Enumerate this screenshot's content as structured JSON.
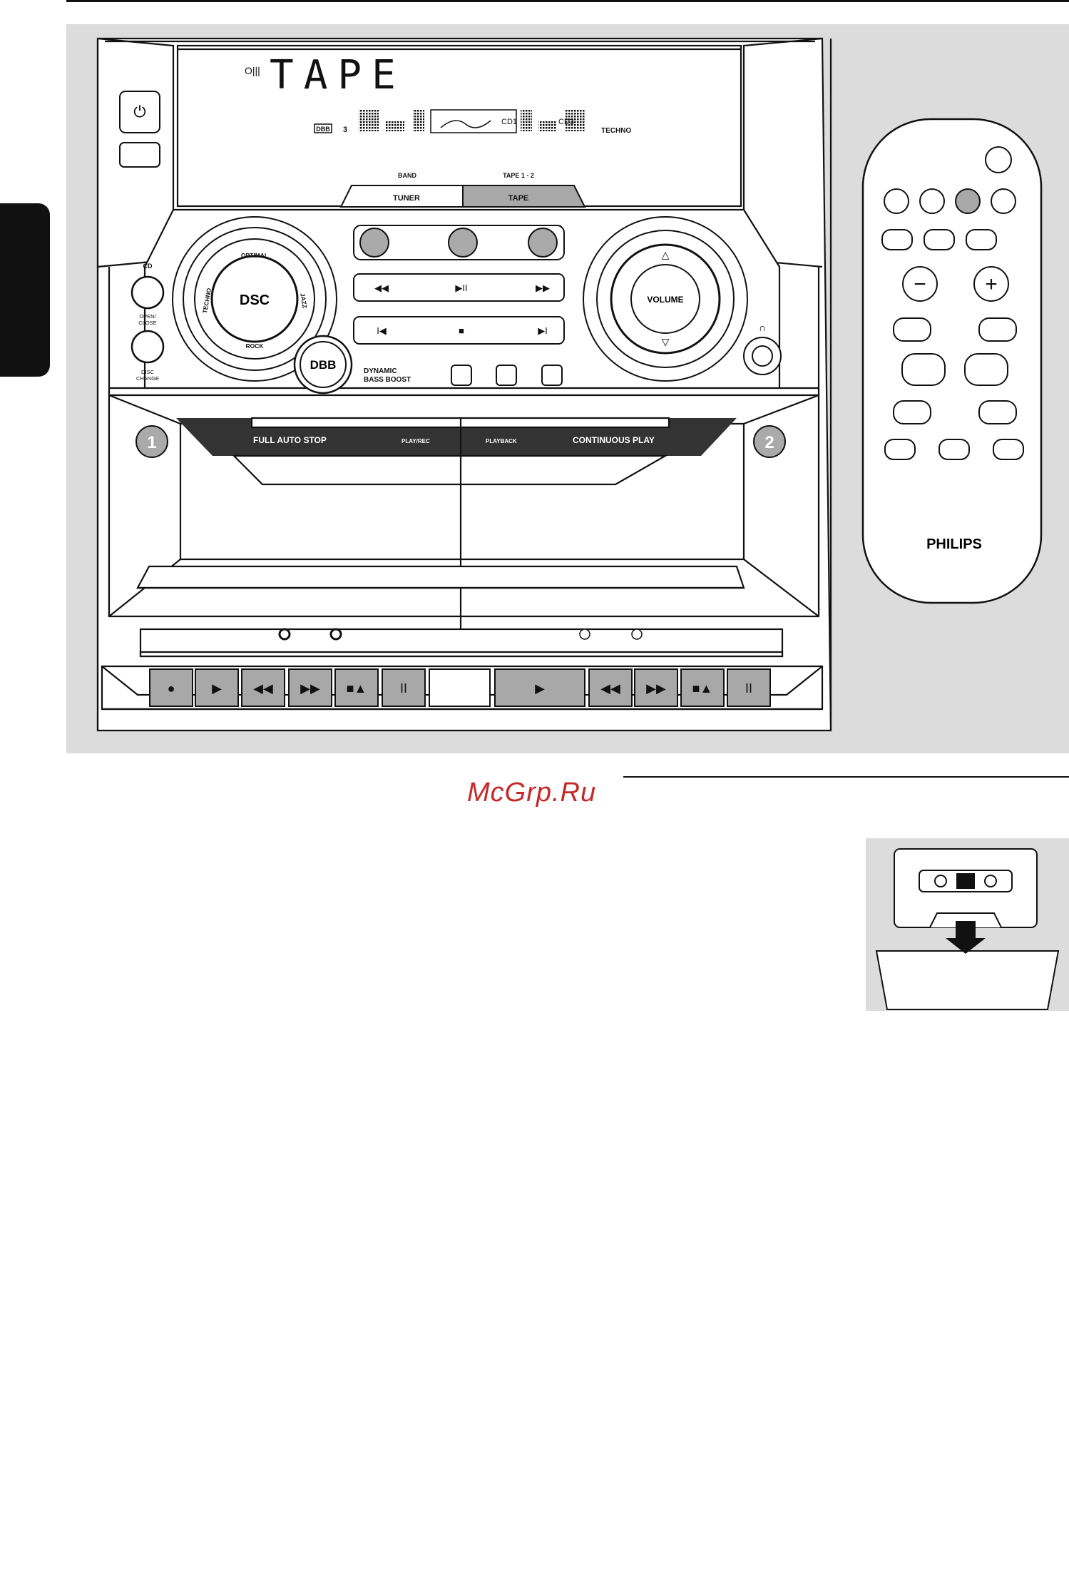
{
  "stereo": {
    "display": {
      "main_text": "TAPE",
      "dbb": "DBB",
      "dbb_level": "3",
      "cd_left": "CD1",
      "cd_right": "CD3",
      "eq": "TECHNO"
    },
    "source_bar": {
      "band_label": "BAND",
      "tape_label": "TAPE 1 - 2",
      "tuner_button": "TUNER",
      "tape_button": "TAPE"
    },
    "cd_labels": {
      "cd": "CD",
      "open_close": [
        "OPEN/",
        "CLOSE"
      ],
      "disc_change": [
        "DISC",
        "CHANGE"
      ]
    },
    "dsc": {
      "center": "DSC",
      "optimal": "OPTIMAL",
      "jazz": "JAZZ",
      "rock": "ROCK",
      "techno": "TECHNO"
    },
    "dbb_button": "DBB",
    "dbb_caption": [
      "DYNAMIC",
      "BASS BOOST"
    ],
    "volume": "VOLUME",
    "deck_labels": {
      "deck1_number": "1",
      "deck2_number": "2",
      "full_auto_stop": "FULL AUTO STOP",
      "play_rec": "PLAY/REC",
      "playback": "PLAYBACK",
      "continuous_play": "CONTINUOUS PLAY"
    }
  },
  "remote": {
    "brand": "PHILIPS"
  },
  "watermark": "McGrp.Ru",
  "colors": {
    "panel_gray": "#dcdcdc",
    "highlight_gray": "#a8a8a8",
    "watermark_red": "#c62828"
  }
}
